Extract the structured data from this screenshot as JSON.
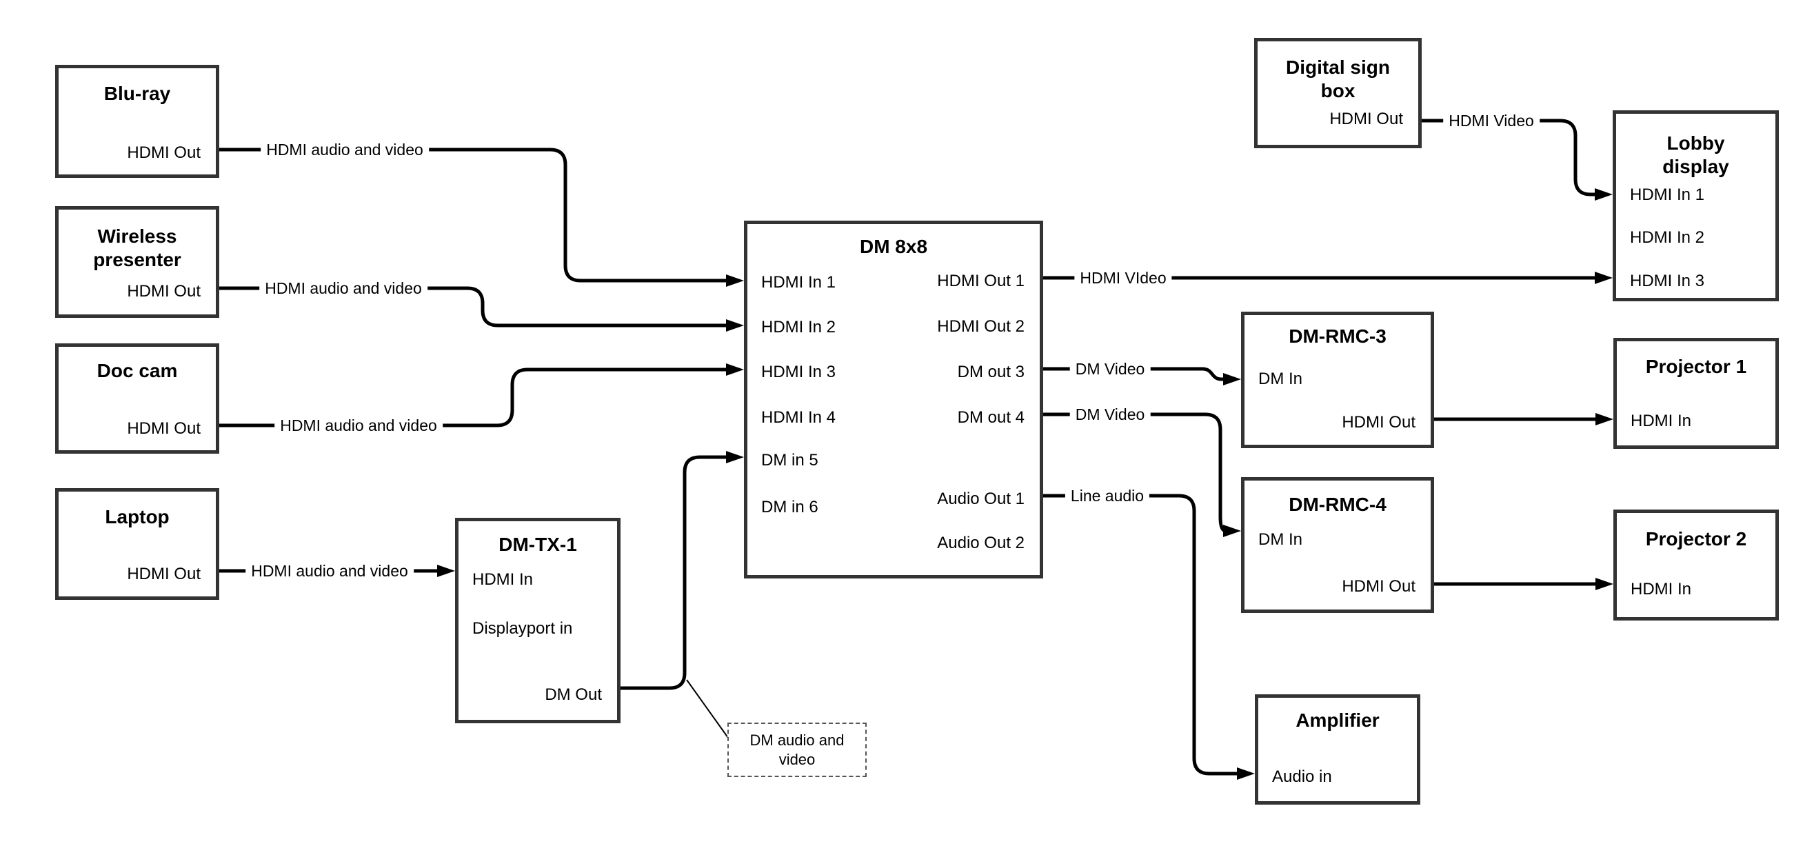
{
  "diagram": {
    "colors": {
      "background": "#ffffff",
      "box_border": "#333333",
      "line": "#000000",
      "text": "#000000"
    },
    "nodes": {
      "bluray": {
        "title": "Blu-ray",
        "ports": {
          "hdmi_out": "HDMI Out"
        }
      },
      "wireless": {
        "title": "Wireless\npresenter",
        "ports": {
          "hdmi_out": "HDMI Out"
        }
      },
      "doccam": {
        "title": "Doc cam",
        "ports": {
          "hdmi_out": "HDMI Out"
        }
      },
      "laptop": {
        "title": "Laptop",
        "ports": {
          "hdmi_out": "HDMI Out"
        }
      },
      "dmtx1": {
        "title": "DM-TX-1",
        "ports": {
          "hdmi_in": "HDMI In",
          "dp_in": "Displayport in",
          "dm_out": "DM Out"
        }
      },
      "dm8x8": {
        "title": "DM 8x8",
        "inputs": [
          "HDMI In 1",
          "HDMI In 2",
          "HDMI In 3",
          "HDMI In 4",
          "DM in 5",
          "DM in 6"
        ],
        "outputs": [
          "HDMI Out 1",
          "HDMI Out 2",
          "DM out 3",
          "DM out 4",
          "Audio Out 1",
          "Audio Out 2"
        ]
      },
      "digisign": {
        "title": "Digital sign\nbox",
        "ports": {
          "hdmi_out": "HDMI Out"
        }
      },
      "lobby": {
        "title": "Lobby\ndisplay",
        "inputs": [
          "HDMI In 1",
          "HDMI In 2",
          "HDMI In 3"
        ]
      },
      "dmrmc3": {
        "title": "DM-RMC-3",
        "ports": {
          "dm_in": "DM In",
          "hdmi_out": "HDMI Out"
        }
      },
      "dmrmc4": {
        "title": "DM-RMC-4",
        "ports": {
          "dm_in": "DM In",
          "hdmi_out": "HDMI Out"
        }
      },
      "projector1": {
        "title": "Projector 1",
        "ports": {
          "hdmi_in": "HDMI In"
        }
      },
      "projector2": {
        "title": "Projector 2",
        "ports": {
          "hdmi_in": "HDMI In"
        }
      },
      "amplifier": {
        "title": "Amplifier",
        "ports": {
          "audio_in": "Audio in"
        }
      }
    },
    "edge_labels": {
      "av1": "HDMI audio and video",
      "av2": "HDMI audio and video",
      "av3": "HDMI audio and video",
      "av4": "HDMI audio and video",
      "hdmi_video_out1": "HDMI VIdeo",
      "dm_video_3": "DM Video",
      "dm_video_4": "DM Video",
      "line_audio": "Line audio",
      "hdmi_video_sign": "HDMI Video"
    },
    "note": "DM audio and\nvideo"
  }
}
